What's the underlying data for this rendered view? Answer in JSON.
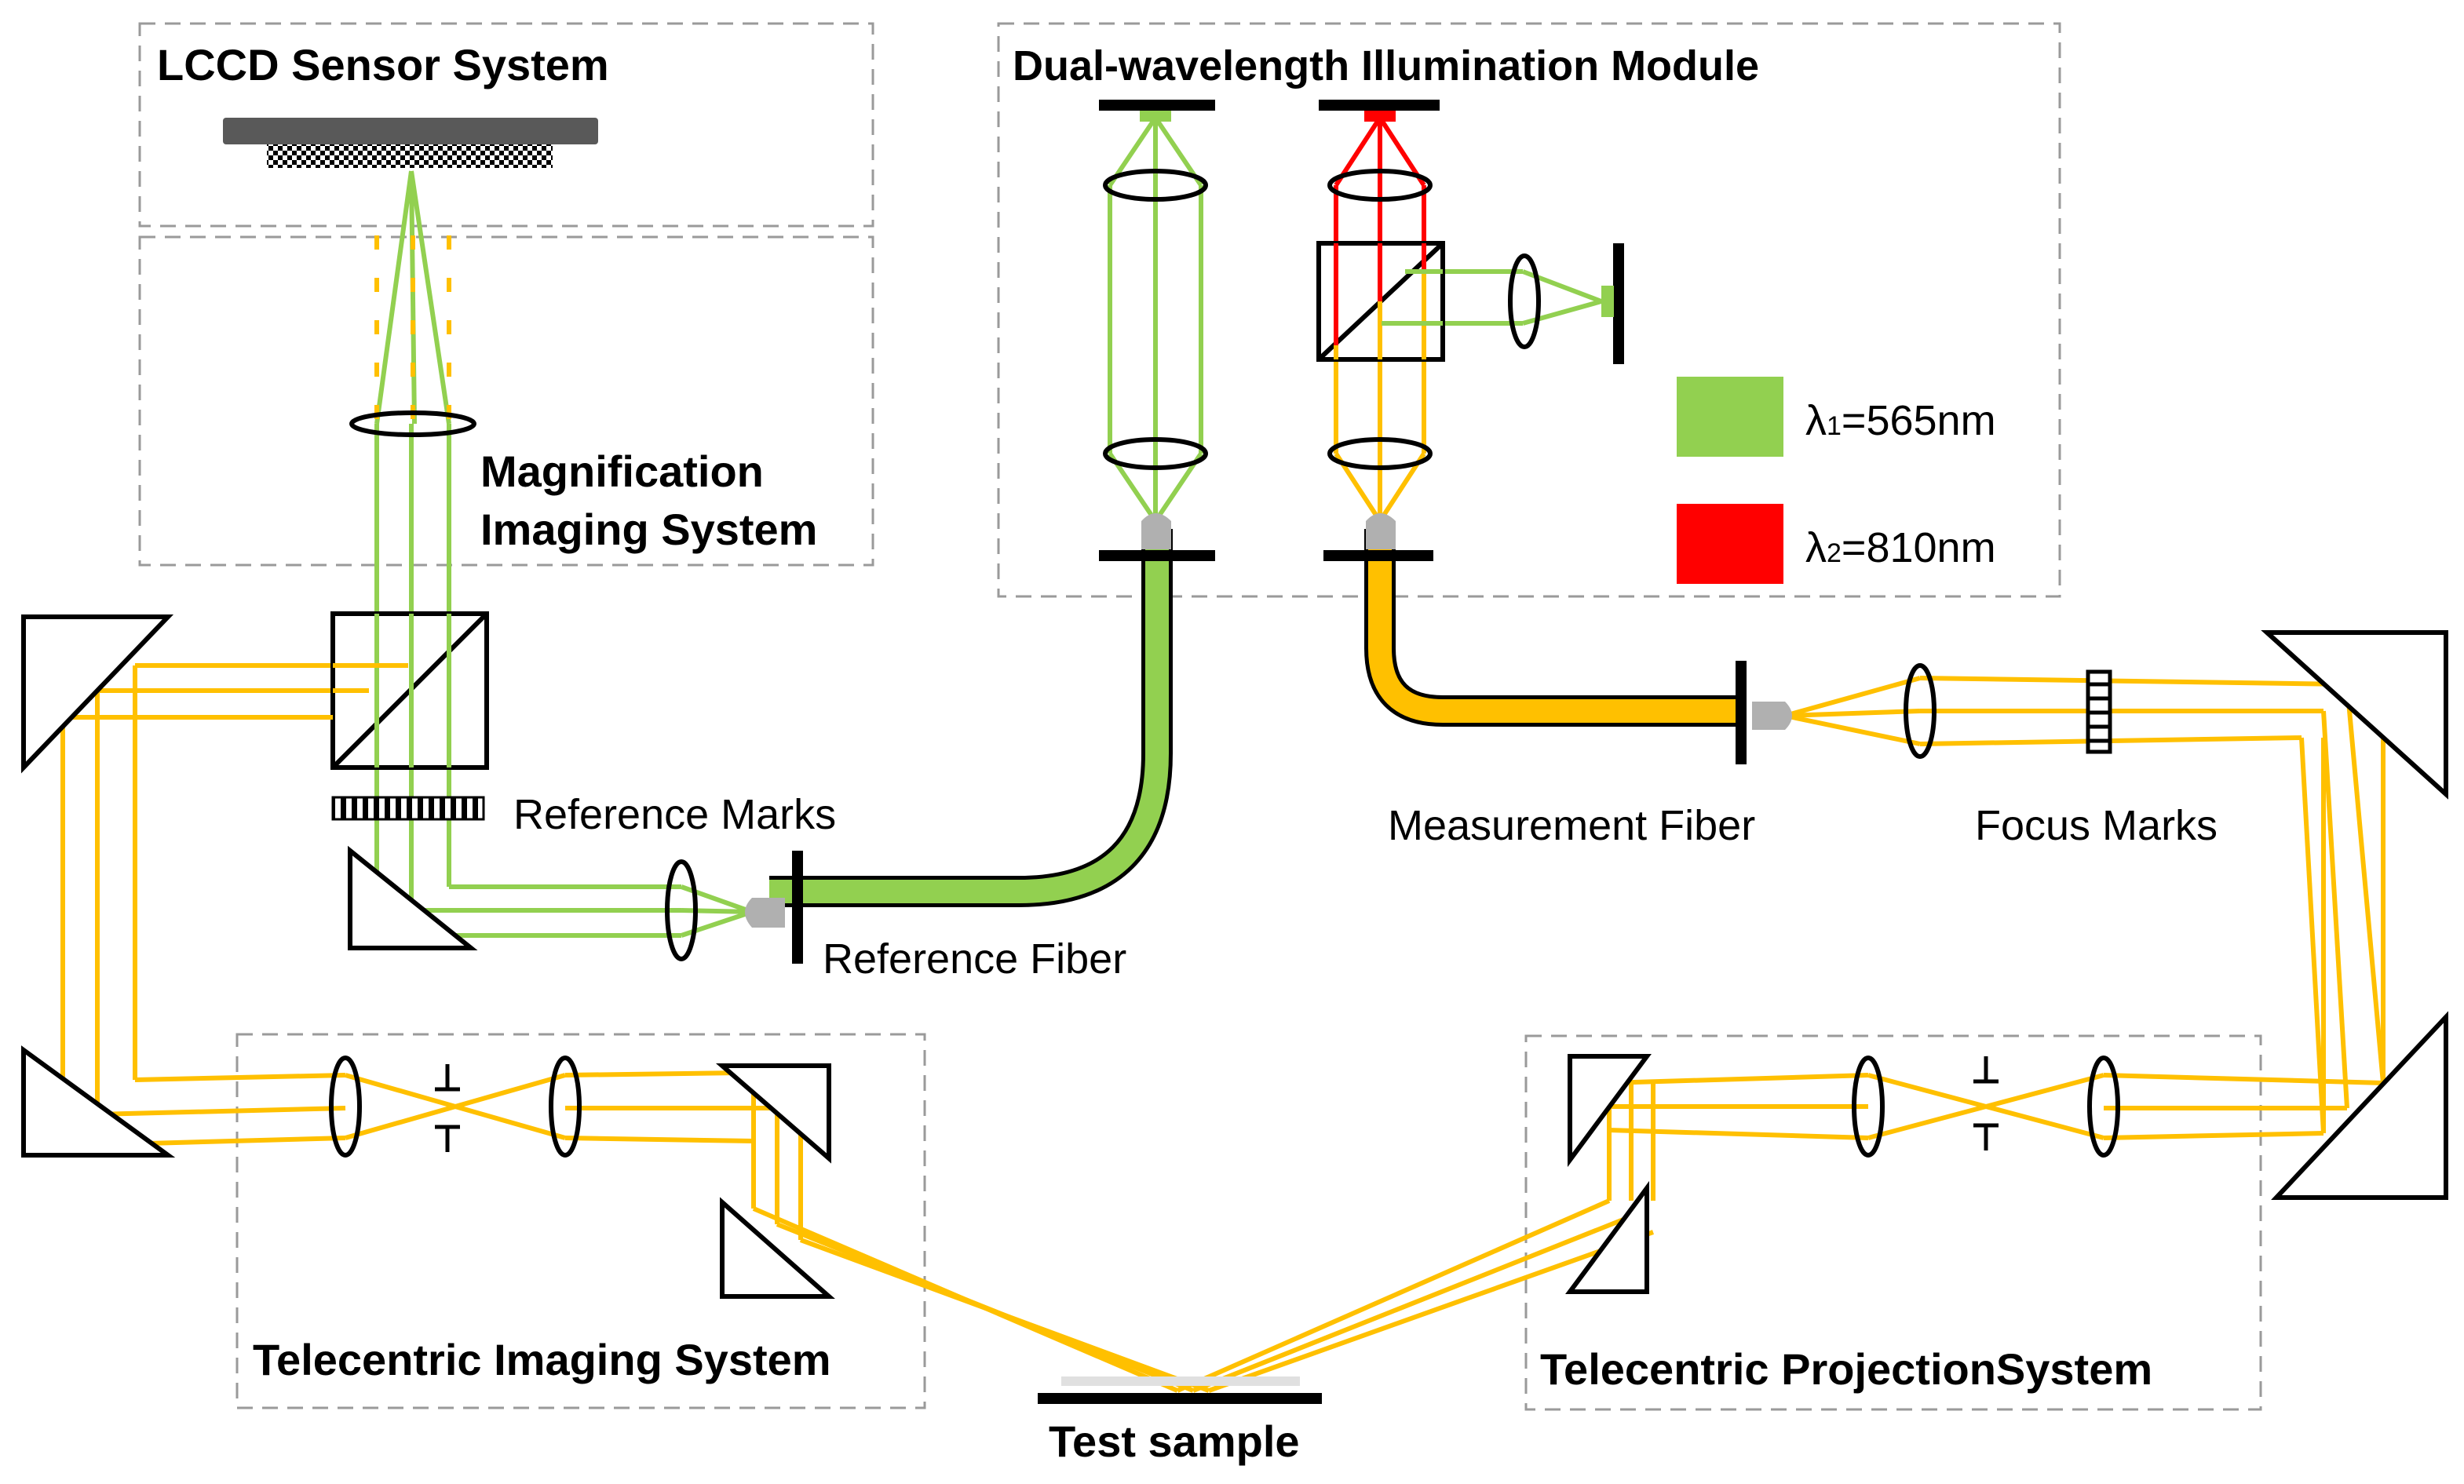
{
  "colors": {
    "wavelength_1": "#92D050",
    "wavelength_2": "#FF0000",
    "combined_beam": "#FFC000",
    "module_border": "#9A9A9A"
  },
  "modules": {
    "lccd": "LCCD Sensor System",
    "magnification_line1": "Magnification",
    "magnification_line2": "Imaging System",
    "illumination": "Dual-wavelength Illumination Module",
    "telecentric_imaging": "Telecentric Imaging System",
    "telecentric_projection": "Telecentric ProjectionSystem"
  },
  "labels": {
    "reference_marks": "Reference Marks",
    "reference_fiber": "Reference Fiber",
    "measurement_fiber": "Measurement Fiber",
    "focus_marks": "Focus Marks",
    "test_sample": "Test sample"
  },
  "legend": [
    {
      "symbol": "λ",
      "subscript": "1",
      "value": "=565nm",
      "color": "#92D050"
    },
    {
      "symbol": "λ",
      "subscript": "2",
      "value": "=810nm",
      "color": "#FF0000"
    }
  ],
  "icons": {
    "lens": "ellipse-lens-icon",
    "prism": "right-angle-prism-icon",
    "beam_splitter": "cube-beam-splitter-icon",
    "aperture": "stop-aperture-icon",
    "fiber": "optical-fiber-icon",
    "grating": "checkered-mark-icon"
  }
}
